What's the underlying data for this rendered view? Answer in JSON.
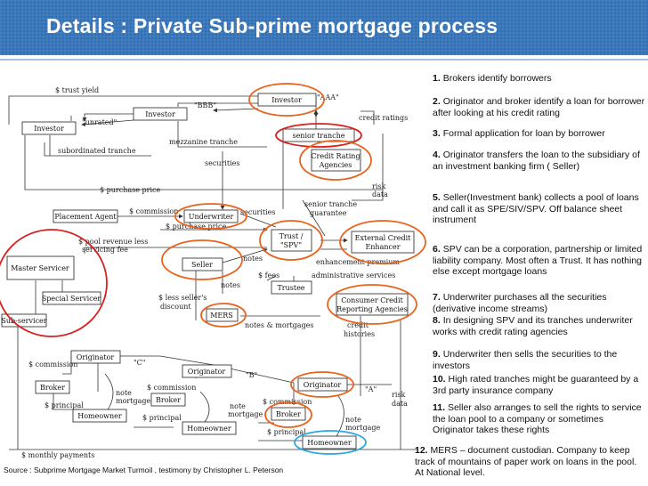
{
  "title": "Details : Private Sub-prime mortgage process",
  "source": "Source : Subprime Mortgage Market Turmoil , testimony by Christopher L. Peterson",
  "boxes": {
    "investor_top": "Investor",
    "investor_mid": "Investor",
    "investor_left": "Investor",
    "senior_tranche": "senior tranche",
    "credit_rating_1": "Credit Rating",
    "credit_rating_2": "Agencies",
    "placement_agent": "Placement Agent",
    "underwriter": "Underwriter",
    "trust_1": "Trust /",
    "trust_2": "\"SPV\"",
    "external_1": "External Credit",
    "external_2": "Enhancer",
    "master_servicer": "Master Servicer",
    "seller": "Seller",
    "trustee": "Trustee",
    "special_servicer": "Special Servicer",
    "sub_servicer": "Sub-servicer",
    "mers": "MERS",
    "consumer_1": "Consumer Credit",
    "consumer_2": "Reporting Agencies",
    "originator_left": "Originator",
    "originator_mid": "Originator",
    "originator_right": "Originator",
    "broker_left": "Broker",
    "broker_mid": "Broker",
    "broker_right": "Broker",
    "homeowner_left": "Homeowner",
    "homeowner_mid": "Homeowner",
    "homeowner_right": "Homeowner"
  },
  "labels": {
    "trust_yield": "$ trust yield",
    "aaa": "\"AAA\"",
    "bbb": "\"BBB\"",
    "unrated": "\"unrated\"",
    "credit_ratings": "credit ratings",
    "subordinated_tranche": "subordinated tranche",
    "mezzanine_tranche": "mezzanine tranche",
    "securities_1": "securities",
    "purchase_price_1": "$ purchase price",
    "risk_data_1a": "risk",
    "risk_data_1b": "data",
    "commission_1": "$ commission",
    "securities_2": "securities",
    "senior_tranche_guarantee_1": "senior tranche",
    "senior_tranche_guarantee_2": "guarantee",
    "purchase_price_2": "$ purchase price",
    "pool_revenue_1": "$ pool revenue less",
    "pool_revenue_2": "servicing fee",
    "notes_1": "notes",
    "enhancement_premium": "enhancement premium",
    "fees": "$ fees",
    "admin_services": "administrative services",
    "notes_2": "notes",
    "less_sellers_1": "$ less seller's",
    "less_sellers_2": "discount",
    "notes_mortgages_1": "notes & mortgages",
    "credit_histories_1": "credit",
    "credit_histories_2": "histories",
    "commission_2": "$ commission",
    "c_grade": "\"C\"",
    "note_mortgage_1a": "note",
    "note_mortgage_1b": "mortgage",
    "principal_1": "$ principal",
    "commission_3": "$ commission",
    "b_grade": "\"B\"",
    "note_mortgage_2a": "note",
    "note_mortgage_2b": "mortgage",
    "principal_2": "$ principal",
    "commission_4": "$ commission",
    "a_grade": "\"A\"",
    "risk_data_2a": "risk",
    "risk_data_2b": "data",
    "note_mortgage_3a": "note",
    "note_mortgage_3b": "mortgage",
    "principal_3": "$ principal",
    "monthly_payments": "$ monthly payments"
  },
  "steps": [
    {
      "num": "1.",
      "text": "Brokers identify borrowers"
    },
    {
      "num": "2.",
      "text": "Originator and broker identify a loan for borrower after looking at his credit rating"
    },
    {
      "num": "3.",
      "text": "Formal application for loan by borrower"
    },
    {
      "num": "4.",
      "text": "Originator transfers the loan to the subsidiary of an investment banking firm ( Seller)"
    },
    {
      "num": "5.",
      "text": "Seller(Investment bank) collects a pool of loans and call it as SPE/SIV/SPV. Off balance sheet instrument"
    },
    {
      "num": "6.",
      "text": "SPV can be a corporation, partnership or limited liability company. Most often a Trust. It has nothing else except mortgage loans"
    },
    {
      "num": "7.",
      "text": "Underwriter  purchases all the securities (derivative income streams)"
    },
    {
      "num": "8.",
      "text": "In designing SPV and its tranches underwriter works with credit rating agencies"
    },
    {
      "num": "9.",
      "text": "Underwriter  then sells the securities to the investors"
    },
    {
      "num": "10.",
      "text": "High rated tranches might  be guaranteed by a 3rd party insurance company"
    },
    {
      "num": "11.",
      "text": "Seller also arranges to sell the rights  to service  the loan pool to a company or sometimes Originator  takes these rights"
    },
    {
      "num": "12.",
      "text": "MERS – document custodian. Company to keep track of mountains of paper work on loans in the pool.  At National level."
    }
  ],
  "colors": {
    "title_bg": "#2f6fb5",
    "oval_orange": "#e8641e",
    "oval_red": "#d82020",
    "oval_blue": "#2aa6e0"
  }
}
